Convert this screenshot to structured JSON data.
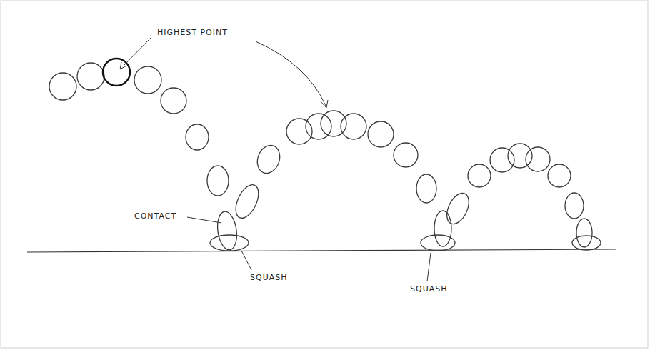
{
  "diagram": {
    "labels": [
      "HIGHEST POINT",
      "CONTACT",
      "SQUASH",
      "SQUASH"
    ]
  }
}
